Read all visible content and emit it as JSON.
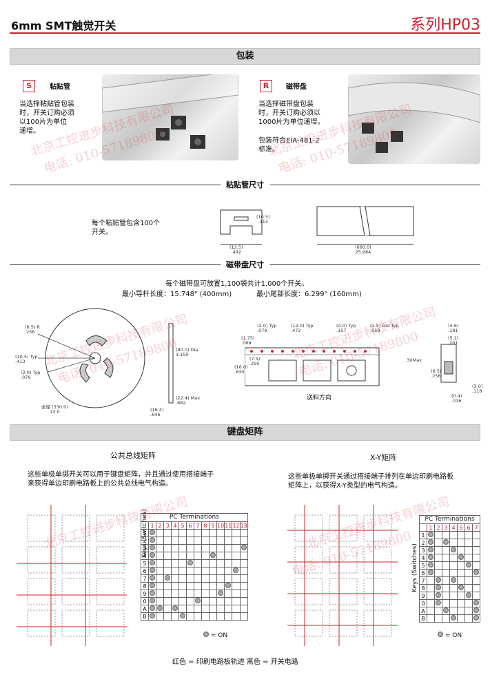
{
  "header": {
    "title": "6mm SMT触觉开关",
    "series": "系列HP03"
  },
  "packaging": {
    "title": "包装",
    "tube": {
      "code": "S",
      "name": "粘贴管",
      "lines": [
        "当选择粘贴管包装",
        "时，开关订购必须",
        "以100片为单位",
        "递增。"
      ]
    },
    "reel": {
      "code": "R",
      "name": "磁带盘",
      "lines": [
        "当选择磁带盘包装",
        "时，开关订购必须以",
        "1000片为单位递增。"
      ],
      "note_lines": [
        "包装符合EIA-481-2",
        "标准。"
      ]
    }
  },
  "tube_dims": {
    "title": "粘贴管尺寸",
    "desc_lines": [
      "每个粘贴管包含100个",
      "开关。"
    ],
    "dim_h": "(10.5)\n.413",
    "dim_w": "(12.5)\n.492",
    "dim_len": "(660.0)\n25.984"
  },
  "reel_dims": {
    "title": "磁带盘尺寸",
    "line1": "每个磁带盘可放置1,100袋共计1,000个开关。",
    "line2a": "最小导杆长度：15.748\" (400mm)",
    "line2b": "最小尾部长度：6.299\" (160mm)",
    "reel_labels": [
      "(6.5) R\n.256",
      "(10.5) Typ\n.413",
      "(2.0) Typ\n.079",
      "全径 (330.0)\n13.0"
    ],
    "side_labels": [
      "(80.0) Dia\n3.150",
      "(22.4) Max\n.882",
      "(16.4)\n.646"
    ],
    "tape_labels": [
      "(2.0) Typ\n.079",
      "(12.0) Typ\n.472",
      "(4.0) Typ\n.157",
      "(1.5) Dia Typ\n.059",
      "(1.75)\n.069",
      "(7.5)\n.295",
      "(16.0)\n.630"
    ],
    "feed": "送料方向",
    "pocket_labels": [
      "(4.6)\n.181",
      "(5.1)\n.201",
      "3XMax",
      "(6.5)\n.256",
      "(3.0)\n.118",
      "(0.4)\n.016"
    ]
  },
  "matrix": {
    "title": "键盘矩阵",
    "bus": {
      "title": "公共总线矩阵",
      "lines": [
        "这些单极单掷开关可以用于键盘矩阵，并且通过使用搭接端子",
        "来获得单边印刷电路板上的公共总线电气构造。"
      ],
      "table_title": "PC Terminations",
      "cols": [
        "1",
        "2",
        "3",
        "4",
        "5",
        "6",
        "7",
        "8",
        "9",
        "10",
        "11",
        "12",
        "13"
      ],
      "rows": [
        "1",
        "2",
        "3",
        "4",
        "5",
        "6",
        "7",
        "8",
        "9",
        "0",
        "A",
        "B"
      ],
      "on": [
        [
          1
        ],
        [
          1
        ],
        [
          1,
          13
        ],
        [
          1,
          9
        ],
        [
          1,
          6
        ],
        [
          1,
          12
        ],
        [
          1,
          3
        ],
        [
          1,
          11
        ],
        [
          1,
          10
        ],
        [
          1,
          7
        ],
        [
          1,
          2,
          4
        ],
        [
          1,
          5
        ]
      ]
    },
    "xy": {
      "title": "X-Y矩阵",
      "lines": [
        "这些单极单掷开关通过搭接端子排列在单边印刷电路板",
        "矩阵上，以获得X-Y类型的电气构造。"
      ],
      "table_title": "PC Terminations",
      "cols": [
        "1",
        "2",
        "3",
        "4",
        "5",
        "6",
        "7"
      ],
      "rows": [
        "1",
        "2",
        "3",
        "4",
        "5",
        "6",
        "7",
        "8",
        "9",
        "0",
        "A",
        "B"
      ],
      "on": [
        [
          1
        ],
        [
          1,
          3
        ],
        [
          1,
          4
        ],
        [
          1,
          5
        ],
        [
          1,
          6
        ],
        [
          1,
          7
        ],
        [
          2,
          4
        ],
        [
          2,
          5
        ],
        [
          2,
          6
        ],
        [
          2,
          7
        ],
        [
          3,
          7
        ],
        [
          4,
          7
        ]
      ]
    },
    "keys_label": "Keys (Switches)",
    "legend": "= ON",
    "footer": "红色 = 印刷电路板轨迹    黑色 = 开关电路"
  },
  "watermark": {
    "company": "北京工控进步科技有限公司",
    "phone": "电话: 010-57189800"
  }
}
